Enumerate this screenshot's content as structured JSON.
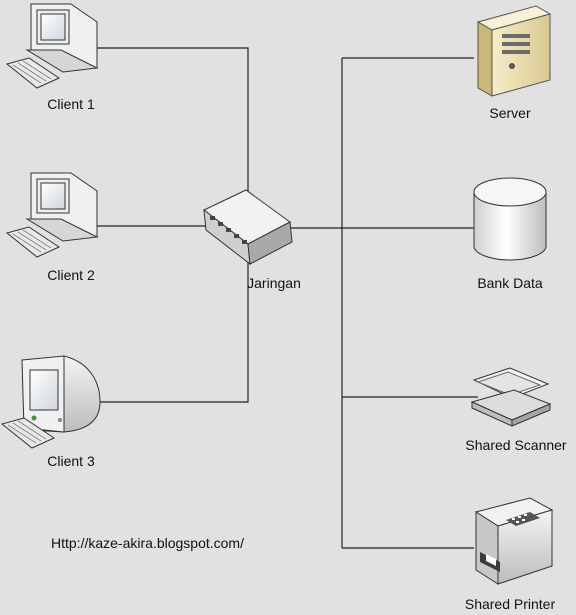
{
  "nodes": {
    "client1": "Client 1",
    "client2": "Client 2",
    "client3": "Client 3",
    "hub": "Jaringan",
    "server": "Server",
    "bank_data": "Bank Data",
    "scanner": "Shared Scanner",
    "printer": "Shared Printer"
  },
  "footer_url": "Http://kaze-akira.blogspot.com/",
  "colors": {
    "background": "#e1e1e1",
    "line": "#222222",
    "server_body": "#efe3b4"
  }
}
